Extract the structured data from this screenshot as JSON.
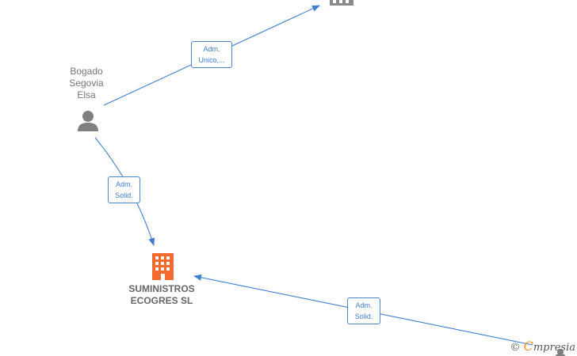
{
  "nodes": {
    "person_top": {
      "name_lines": [
        "Bogado",
        "Segovia",
        "Elsa"
      ],
      "icon": "person-icon"
    },
    "company_main": {
      "name_lines": [
        "SUMINISTROS",
        "ECOGRES  SL"
      ],
      "icon": "building-icon"
    },
    "company_top_right": {
      "icon": "building-icon"
    },
    "person_bottom_right": {
      "icon": "person-icon"
    }
  },
  "edges": [
    {
      "label_lines": [
        "Adm.",
        "Unico,..."
      ]
    },
    {
      "label_lines": [
        "Adm.",
        "Solid."
      ]
    },
    {
      "label_lines": [
        "Adm.",
        "Solid."
      ]
    }
  ],
  "watermark": {
    "copyright": "©",
    "brand_initial": "C",
    "brand_rest": "mpresia"
  },
  "colors": {
    "edge": "#3f7fcf",
    "person": "#808080",
    "company_main": "#f26a2e",
    "company_other": "#8a8a8a"
  }
}
